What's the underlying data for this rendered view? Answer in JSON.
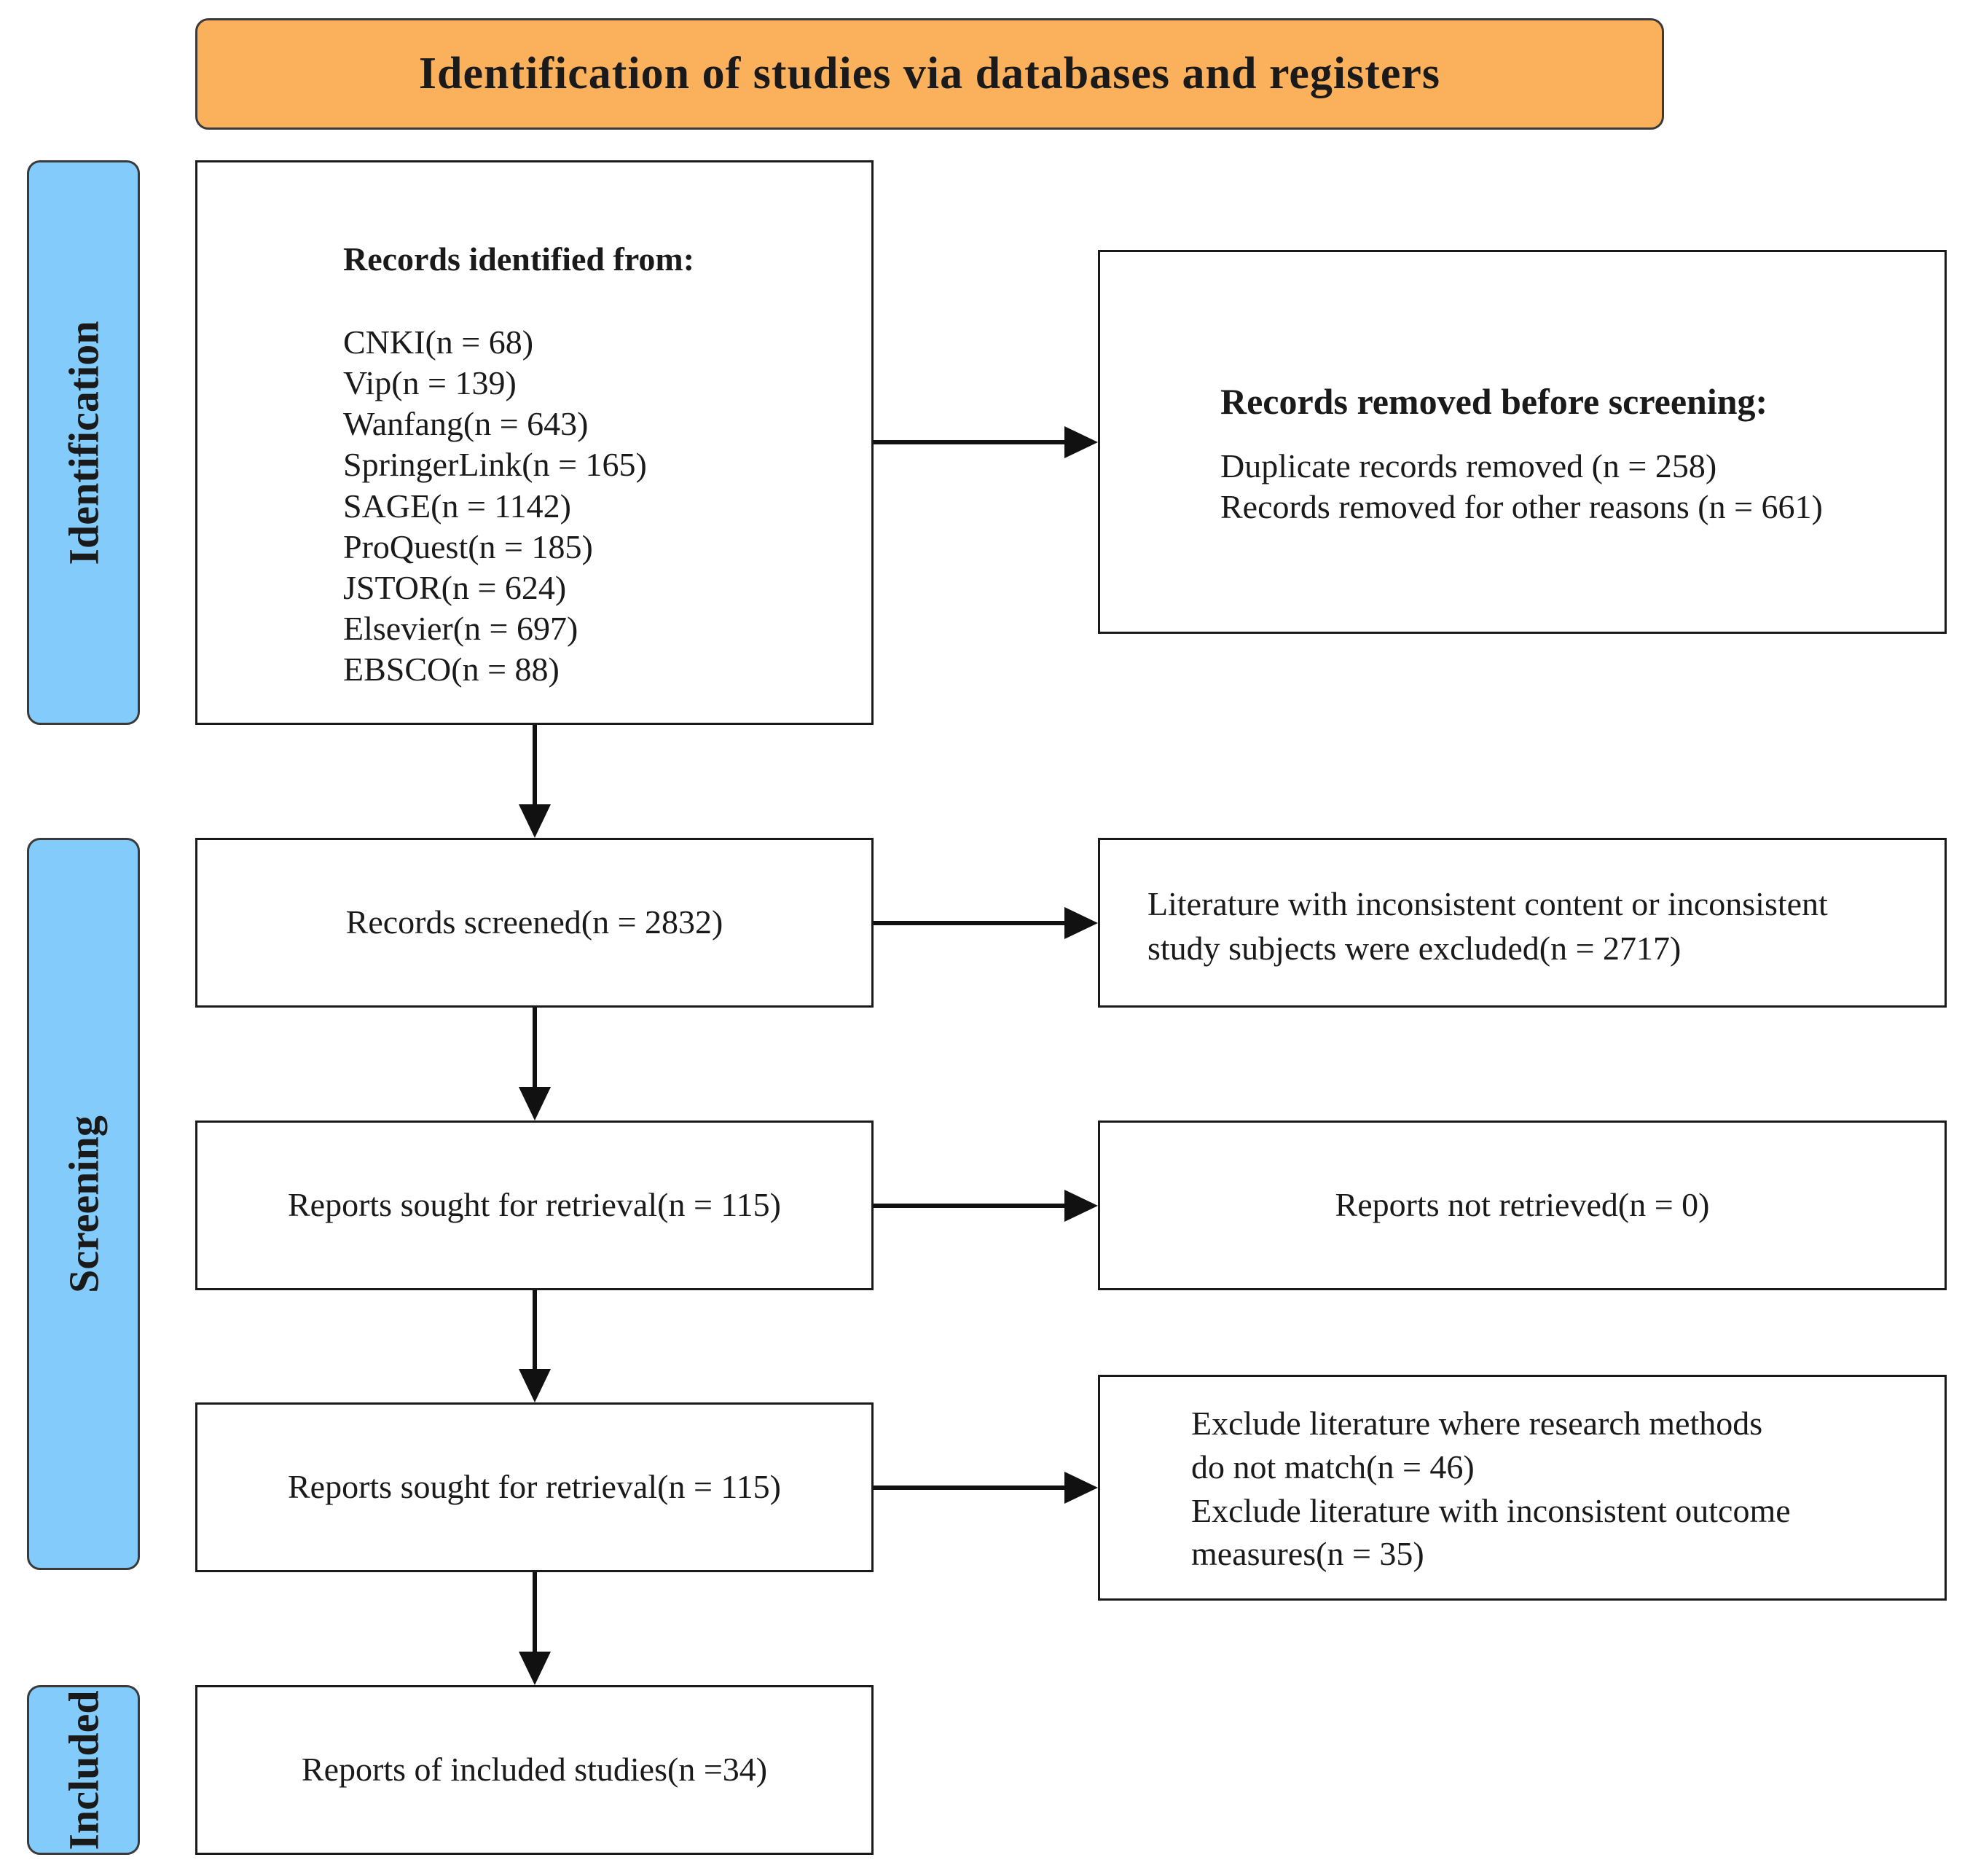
{
  "header": {
    "title": "Identification of studies via databases and registers"
  },
  "phases": {
    "identification": "Identification",
    "screening": "Screening",
    "included": "Included"
  },
  "boxes": {
    "records_identified": {
      "heading": "Records identified from:",
      "lines": [
        "CNKI(n = 68)",
        "Vip(n = 139)",
        "Wanfang(n = 643)",
        "SpringerLink(n = 165)",
        "SAGE(n = 1142)",
        "ProQuest(n = 185)",
        "JSTOR(n = 624)",
        "Elsevier(n = 697)",
        "EBSCO(n = 88)"
      ]
    },
    "records_removed": {
      "heading": "Records removed before screening:",
      "lines": [
        "Duplicate records removed (n = 258)",
        "Records removed for other reasons (n = 661)"
      ]
    },
    "records_screened": {
      "text": "Records screened(n = 2832)"
    },
    "screened_excluded": {
      "lines": [
        "Literature with inconsistent content or inconsistent",
        "study subjects were excluded(n = 2717)"
      ]
    },
    "reports_sought_1": {
      "text": "Reports sought for retrieval(n = 115)"
    },
    "reports_not_retrieved": {
      "text": "Reports not retrieved(n = 0)"
    },
    "reports_sought_2": {
      "text": "Reports sought for retrieval(n = 115)"
    },
    "reports_excluded": {
      "lines": [
        "Exclude literature where research methods",
        "do not match(n = 46)",
        "Exclude literature with inconsistent outcome",
        "measures(n = 35)"
      ]
    },
    "included_studies": {
      "text": "Reports of included studies(n =34)"
    }
  }
}
